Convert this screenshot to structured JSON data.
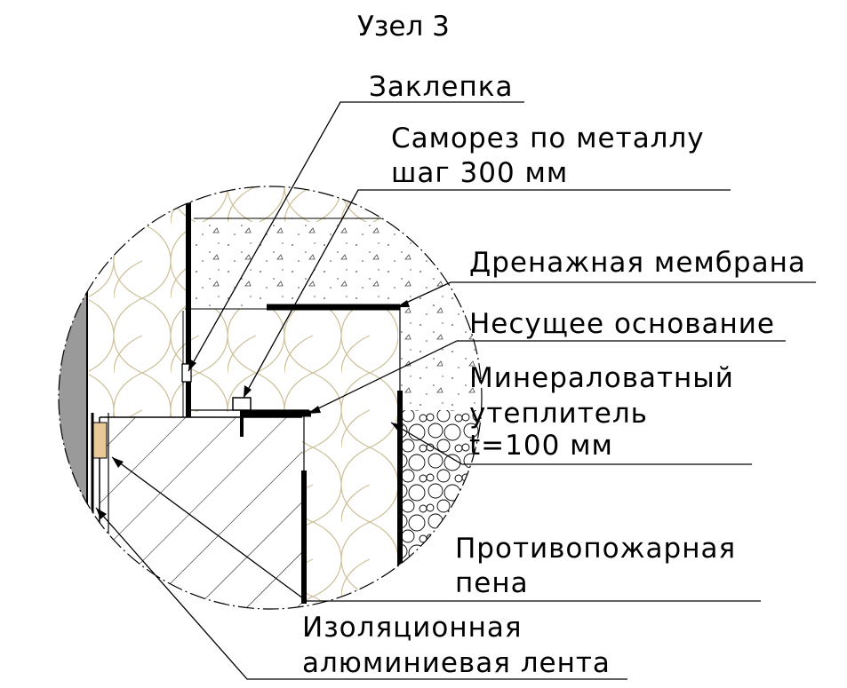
{
  "title": "Узел 3",
  "labels": {
    "rivet": "Заклепка",
    "screw_line1": "Саморез по металлу",
    "screw_line2": "шаг 300 мм",
    "drain": "Дренажная мембрана",
    "base": "Несущее основание",
    "mw_line1": "Минераловатный",
    "mw_line2": "утеплитель",
    "mw_line3": "t=100 мм",
    "foam_line1": "Противопожарная",
    "foam_line2": "пена",
    "tape_line1": "Изоляционная",
    "tape_line2": "алюминиевая лента"
  },
  "colors": {
    "line": "#000000",
    "wall_gray": "#9a9a9a",
    "wool_stroke": "#cdbf98",
    "foam_fill": "#e9c89a",
    "concrete_dots": "#444444"
  }
}
